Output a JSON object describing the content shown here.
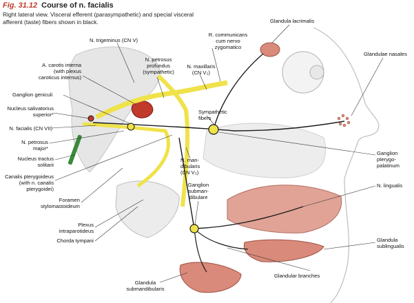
{
  "figure": {
    "number": "Fig. 31.12",
    "title": "Course of n. facialis",
    "caption_line1": "Right lateral view. Visceral efferent (parasympathetic) and special visceral",
    "caption_line2": "afferent (taste) fibers shown in black."
  },
  "labels": {
    "trigeminus": "N. trigeminus (CN V)",
    "carotis": "A. carotis interna\n(with plexus\ncaroticus internus)",
    "petrosus_profundus": "N. petrosus\nprofundus\n(sympathetic)",
    "maxillaris": "N. maxillaris\n(CN V₂)",
    "r_communicans": "R. communicans\ncum nervo\nzygomatico",
    "glandula_lacrimalis": "Glandula lacrimalis",
    "glandulae_nasales": "Glandulae nasales",
    "ganglion_geniculi": "Ganglion geniculi",
    "nucleus_salivatorius": "Nucleus salivatorius\nsuperior*",
    "n_facialis": "N. facialis (CN VII)",
    "petrosus_major": "N. petrosus\nmajor*",
    "nucleus_tractus": "Nucleus tractus\nsolitarii",
    "canalis": "Canalis pterygoideus\n(with n. canalis\npterygoidei)",
    "foramen": "Foramen\nstylomastoideum",
    "plexus": "Plexus\nintraparotideus",
    "chorda": "Chorda tympani",
    "sympathetic_fibers": "Sympathetic\nfibers",
    "mandibularis": "N. man-\ndibularis\n(CN V₃)",
    "ganglion_pterygo": "Ganglion\npterygo-\npalatinum",
    "n_lingualis": "N. lingualis",
    "ganglion_submand": "Ganglion\nsubman-\ndibulare",
    "glandula_sublingualis": "Glandula\nsublingualis",
    "glandular_branches": "Glandular branches",
    "glandula_submandibularis": "Glandula\nsubmandibularis"
  },
  "colors": {
    "nerve_yellow": "#efe24a",
    "fiber_black": "#1a1a1a",
    "gland_pink": "#d98a7a",
    "bone_gray": "#e4e4e4",
    "accent_red": "#c0392b",
    "tract_green": "#3a8a3a"
  }
}
